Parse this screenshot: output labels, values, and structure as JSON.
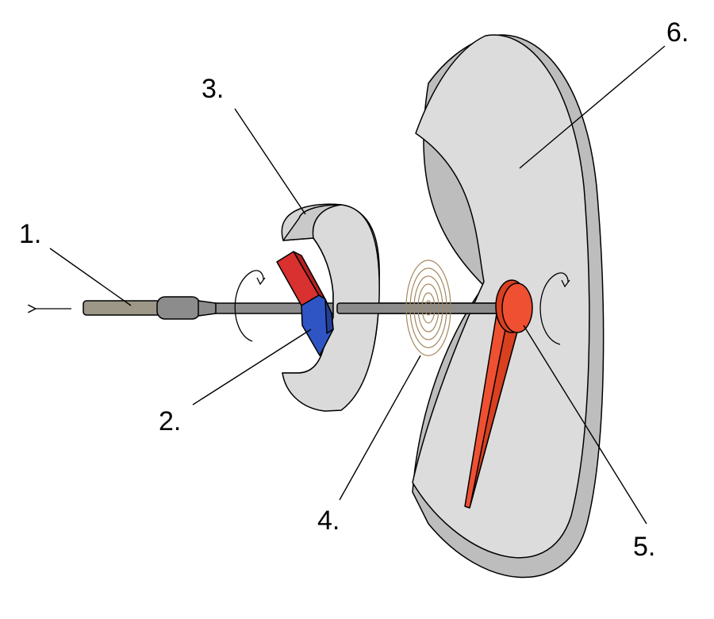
{
  "diagram": {
    "labels": {
      "shaft": "1.",
      "magnet": "2.",
      "cup": "3.",
      "spring": "4.",
      "needle": "5.",
      "dial": "6."
    },
    "colors": {
      "magnet_north": "#e8393a",
      "magnet_south": "#2f55c4",
      "needle": "#ef5032",
      "dial": "#dcdcdc",
      "spring": "#a3895f",
      "shaft": "#8c8c8c",
      "cable": "#9c9787"
    }
  }
}
